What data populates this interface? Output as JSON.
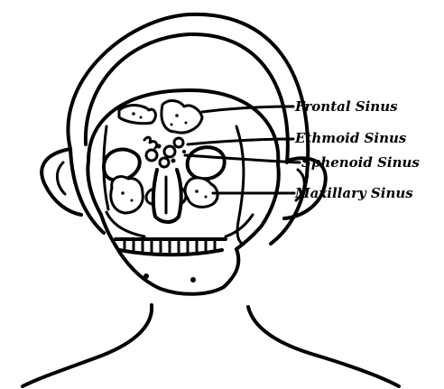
{
  "labels": {
    "frontal": "Frontal Sinus",
    "ethmoid": "Ethmoid Sinus",
    "sphenoid": "Sphenoid Sinus",
    "maxillary": "Maxillary Sinus"
  },
  "colors": {
    "ink": "#000000",
    "background": "#ffffff"
  }
}
